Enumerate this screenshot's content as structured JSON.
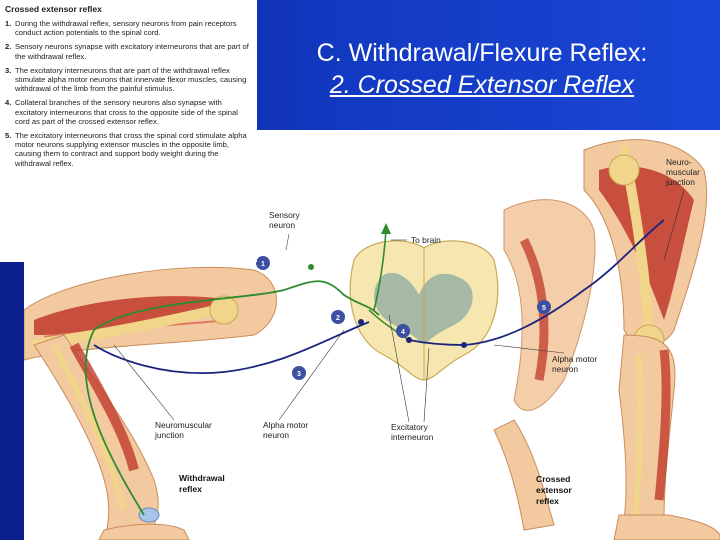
{
  "title": {
    "line1": "C. Withdrawal/Flexure Reflex:",
    "line2": "2. Crossed Extensor Reflex"
  },
  "steps_panel": {
    "heading": "Crossed extensor reflex",
    "items": [
      {
        "num": "1.",
        "text": "During the withdrawal reflex, sensory neurons from pain receptors conduct action potentials to the spinal cord."
      },
      {
        "num": "2.",
        "text": "Sensory neurons synapse with excitatory interneurons that are part of the withdrawal reflex."
      },
      {
        "num": "3.",
        "text": "The excitatory interneurons that are part of the withdrawal reflex stimulate alpha motor neurons that innervate flexor muscles, causing withdrawal of the limb from the painful stimulus."
      },
      {
        "num": "4.",
        "text": "Collateral branches of the sensory neurons also synapse with excitatory interneurons that cross to the opposite side of the spinal cord as part of the crossed extensor reflex."
      },
      {
        "num": "5.",
        "text": "The excitatory interneurons that cross the spinal cord stimulate alpha motor neurons supplying extensor muscles in the opposite limb, causing them to contract and support body weight during the withdrawal reflex."
      }
    ]
  },
  "figure": {
    "labels": {
      "sensory_neuron_1": "Sensory",
      "sensory_neuron_2": "neuron",
      "to_brain": "To brain",
      "nmj_right_1": "Neuro-",
      "nmj_right_2": "muscular",
      "nmj_right_3": "junction",
      "alpha_right_1": "Alpha motor",
      "alpha_right_2": "neuron",
      "nmj_left_1": "Neuromuscular",
      "nmj_left_2": "junction",
      "alpha_left_1": "Alpha motor",
      "alpha_left_2": "neuron",
      "excitatory_1": "Excitatory",
      "excitatory_2": "interneuron",
      "withdrawal_1": "Withdrawal",
      "withdrawal_2": "reflex",
      "crossed_1": "Crossed",
      "crossed_2": "extensor",
      "crossed_3": "reflex"
    },
    "markers": [
      "1",
      "2",
      "3",
      "4",
      "5"
    ],
    "colors": {
      "sensory": "#2e8b2e",
      "motor": "#1a237e",
      "muscle": "#c0392b",
      "skin": "#f3c9a0",
      "bone": "#f0d58a",
      "cord_white": "#f6e7b0",
      "cord_grey": "#8aa9a0",
      "marker": "#3d4fa0"
    }
  }
}
